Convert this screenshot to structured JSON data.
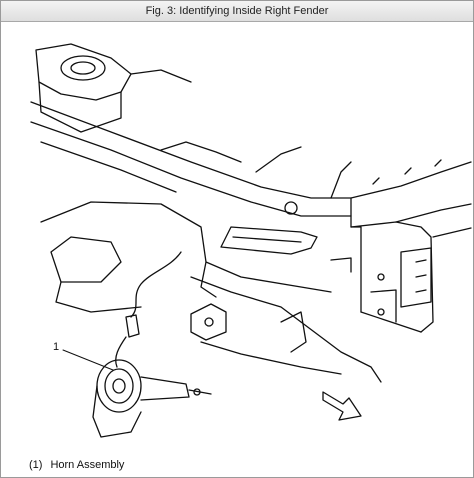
{
  "window": {
    "title": "Fig. 3: Identifying Inside Right Fender"
  },
  "callouts": [
    {
      "number": "1"
    }
  ],
  "legend": {
    "number": "(1)",
    "label": "Horn Assembly"
  },
  "colors": {
    "line": "#111111",
    "background": "#ffffff",
    "titlebar": "#e6e6e6"
  }
}
